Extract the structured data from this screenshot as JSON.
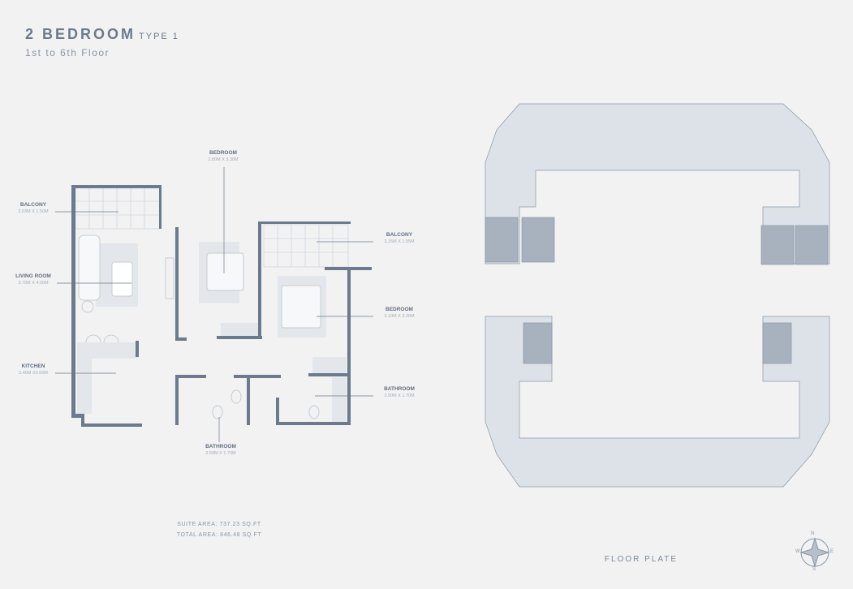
{
  "header": {
    "title": "2 BEDROOM",
    "type": "TYPE 1",
    "floors": "1st to 6th Floor"
  },
  "rooms": [
    {
      "name": "BEDROOM",
      "size": "2.80M X 3.30M"
    },
    {
      "name": "BALCONY",
      "size": "3.03M X 1.50M"
    },
    {
      "name": "BALCONY",
      "size": "3.15M X 1.55M"
    },
    {
      "name": "LIVING ROOM",
      "size": "3.70M X 4.00M"
    },
    {
      "name": "BEDROOM",
      "size": "3.10M X 3.20M"
    },
    {
      "name": "KITCHEN",
      "size": "2.40M X3.00M"
    },
    {
      "name": "BATHROOM",
      "size": "3.50M X 1.70M"
    },
    {
      "name": "BATHROOM",
      "size": "2.50M X 1.70M"
    }
  ],
  "areas": {
    "suite": "SUITE AREA: 737.23 SQ.FT",
    "total": "TOTAL AREA: 846.48 SQ.FT"
  },
  "floor_plate": {
    "label": "FLOOR PLATE"
  },
  "compass": {
    "n": "N",
    "e": "E",
    "s": "S",
    "w": "W"
  },
  "colors": {
    "wall": "#6b7a8d",
    "fill": "#e3e7ec",
    "bg": "#f2f2f2"
  }
}
